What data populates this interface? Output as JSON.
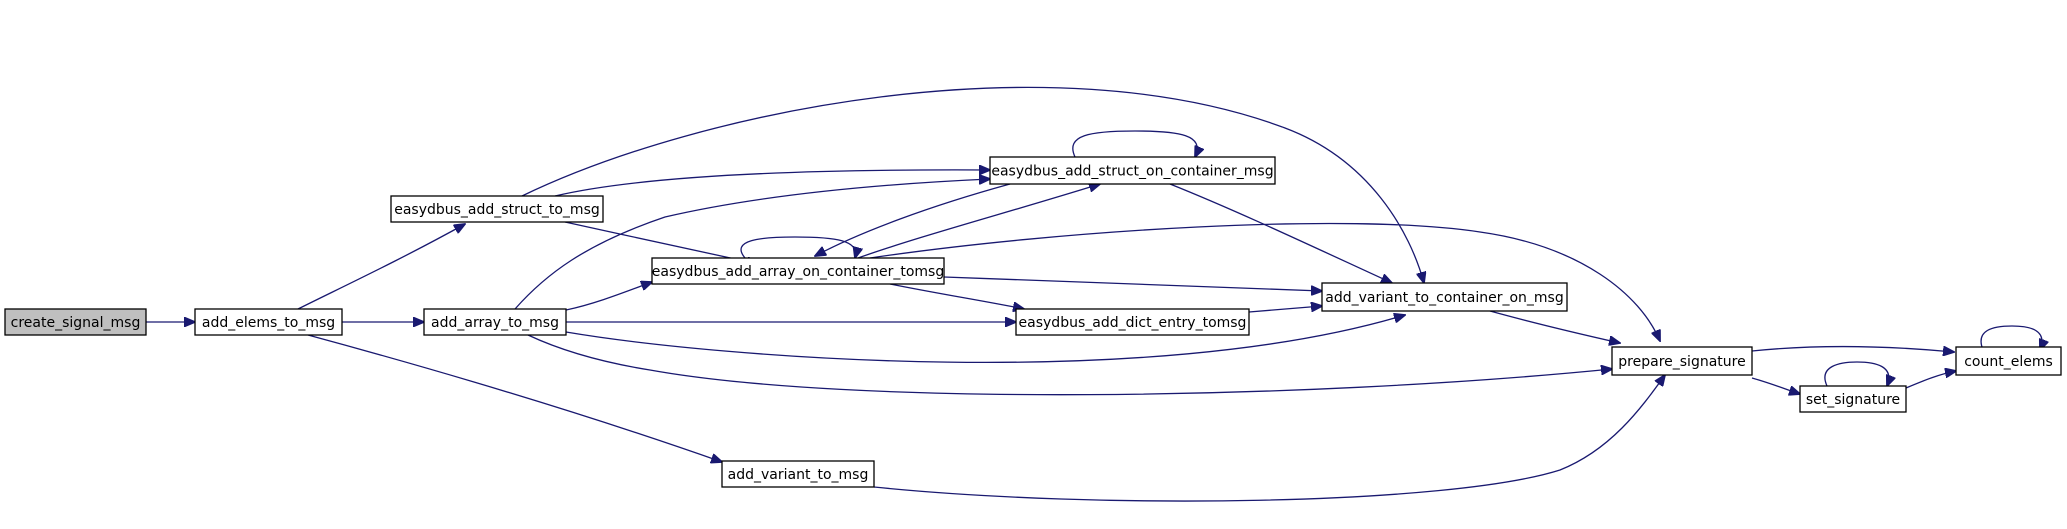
{
  "graph": {
    "colors": {
      "edge": "#191970",
      "root_fill": "#bfbfbf",
      "node_fill": "#ffffff",
      "border": "#000000"
    },
    "nodes": {
      "create_signal_msg": "create_signal_msg",
      "add_elems_to_msg": "add_elems_to_msg",
      "easydbus_add_struct_to_msg": "easydbus_add_struct_to_msg",
      "add_array_to_msg": "add_array_to_msg",
      "add_variant_to_msg": "add_variant_to_msg",
      "easydbus_add_struct_on_container_msg": "easydbus_add_struct_on_container_msg",
      "easydbus_add_array_on_container_tomsg": "easydbus_add_array_on_container_tomsg",
      "easydbus_add_dict_entry_tomsg": "easydbus_add_dict_entry_tomsg",
      "add_variant_to_container_on_msg": "add_variant_to_container_on_msg",
      "prepare_signature": "prepare_signature",
      "set_signature": "set_signature",
      "count_elems": "count_elems"
    },
    "edges": [
      [
        "create_signal_msg",
        "add_elems_to_msg"
      ],
      [
        "add_elems_to_msg",
        "easydbus_add_struct_to_msg"
      ],
      [
        "add_elems_to_msg",
        "add_array_to_msg"
      ],
      [
        "add_elems_to_msg",
        "add_variant_to_msg"
      ],
      [
        "easydbus_add_struct_to_msg",
        "easydbus_add_struct_on_container_msg"
      ],
      [
        "easydbus_add_struct_to_msg",
        "easydbus_add_array_on_container_tomsg"
      ],
      [
        "easydbus_add_struct_to_msg",
        "add_variant_to_container_on_msg"
      ],
      [
        "add_array_to_msg",
        "easydbus_add_struct_on_container_msg"
      ],
      [
        "add_array_to_msg",
        "easydbus_add_array_on_container_tomsg"
      ],
      [
        "add_array_to_msg",
        "easydbus_add_dict_entry_tomsg"
      ],
      [
        "add_array_to_msg",
        "add_variant_to_container_on_msg"
      ],
      [
        "add_array_to_msg",
        "prepare_signature"
      ],
      [
        "easydbus_add_struct_on_container_msg",
        "easydbus_add_struct_on_container_msg"
      ],
      [
        "easydbus_add_struct_on_container_msg",
        "easydbus_add_array_on_container_tomsg"
      ],
      [
        "easydbus_add_struct_on_container_msg",
        "add_variant_to_container_on_msg"
      ],
      [
        "easydbus_add_array_on_container_tomsg",
        "easydbus_add_array_on_container_tomsg"
      ],
      [
        "easydbus_add_array_on_container_tomsg",
        "easydbus_add_struct_on_container_msg"
      ],
      [
        "easydbus_add_array_on_container_tomsg",
        "easydbus_add_dict_entry_tomsg"
      ],
      [
        "easydbus_add_array_on_container_tomsg",
        "add_variant_to_container_on_msg"
      ],
      [
        "easydbus_add_array_on_container_tomsg",
        "prepare_signature"
      ],
      [
        "easydbus_add_dict_entry_tomsg",
        "add_variant_to_container_on_msg"
      ],
      [
        "add_variant_to_container_on_msg",
        "prepare_signature"
      ],
      [
        "add_variant_to_msg",
        "prepare_signature"
      ],
      [
        "prepare_signature",
        "count_elems"
      ],
      [
        "prepare_signature",
        "set_signature"
      ],
      [
        "set_signature",
        "set_signature"
      ],
      [
        "set_signature",
        "count_elems"
      ],
      [
        "count_elems",
        "count_elems"
      ]
    ]
  }
}
